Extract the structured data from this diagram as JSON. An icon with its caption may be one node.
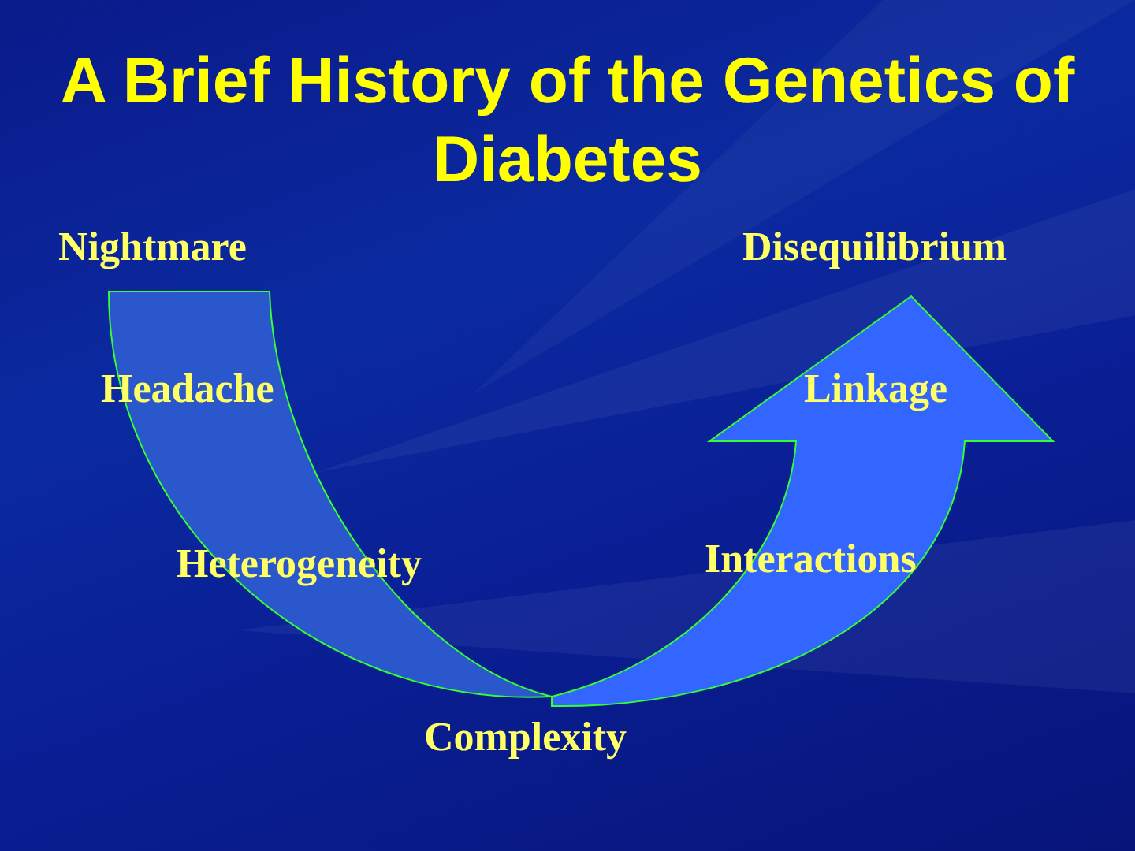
{
  "diagram": {
    "title": "A Brief History of the Genetics of Diabetes",
    "labels": [
      "Nightmare",
      "Disequilibrium",
      "Headache",
      "Linkage",
      "Heterogeneity",
      "Interactions",
      "Complexity"
    ]
  }
}
